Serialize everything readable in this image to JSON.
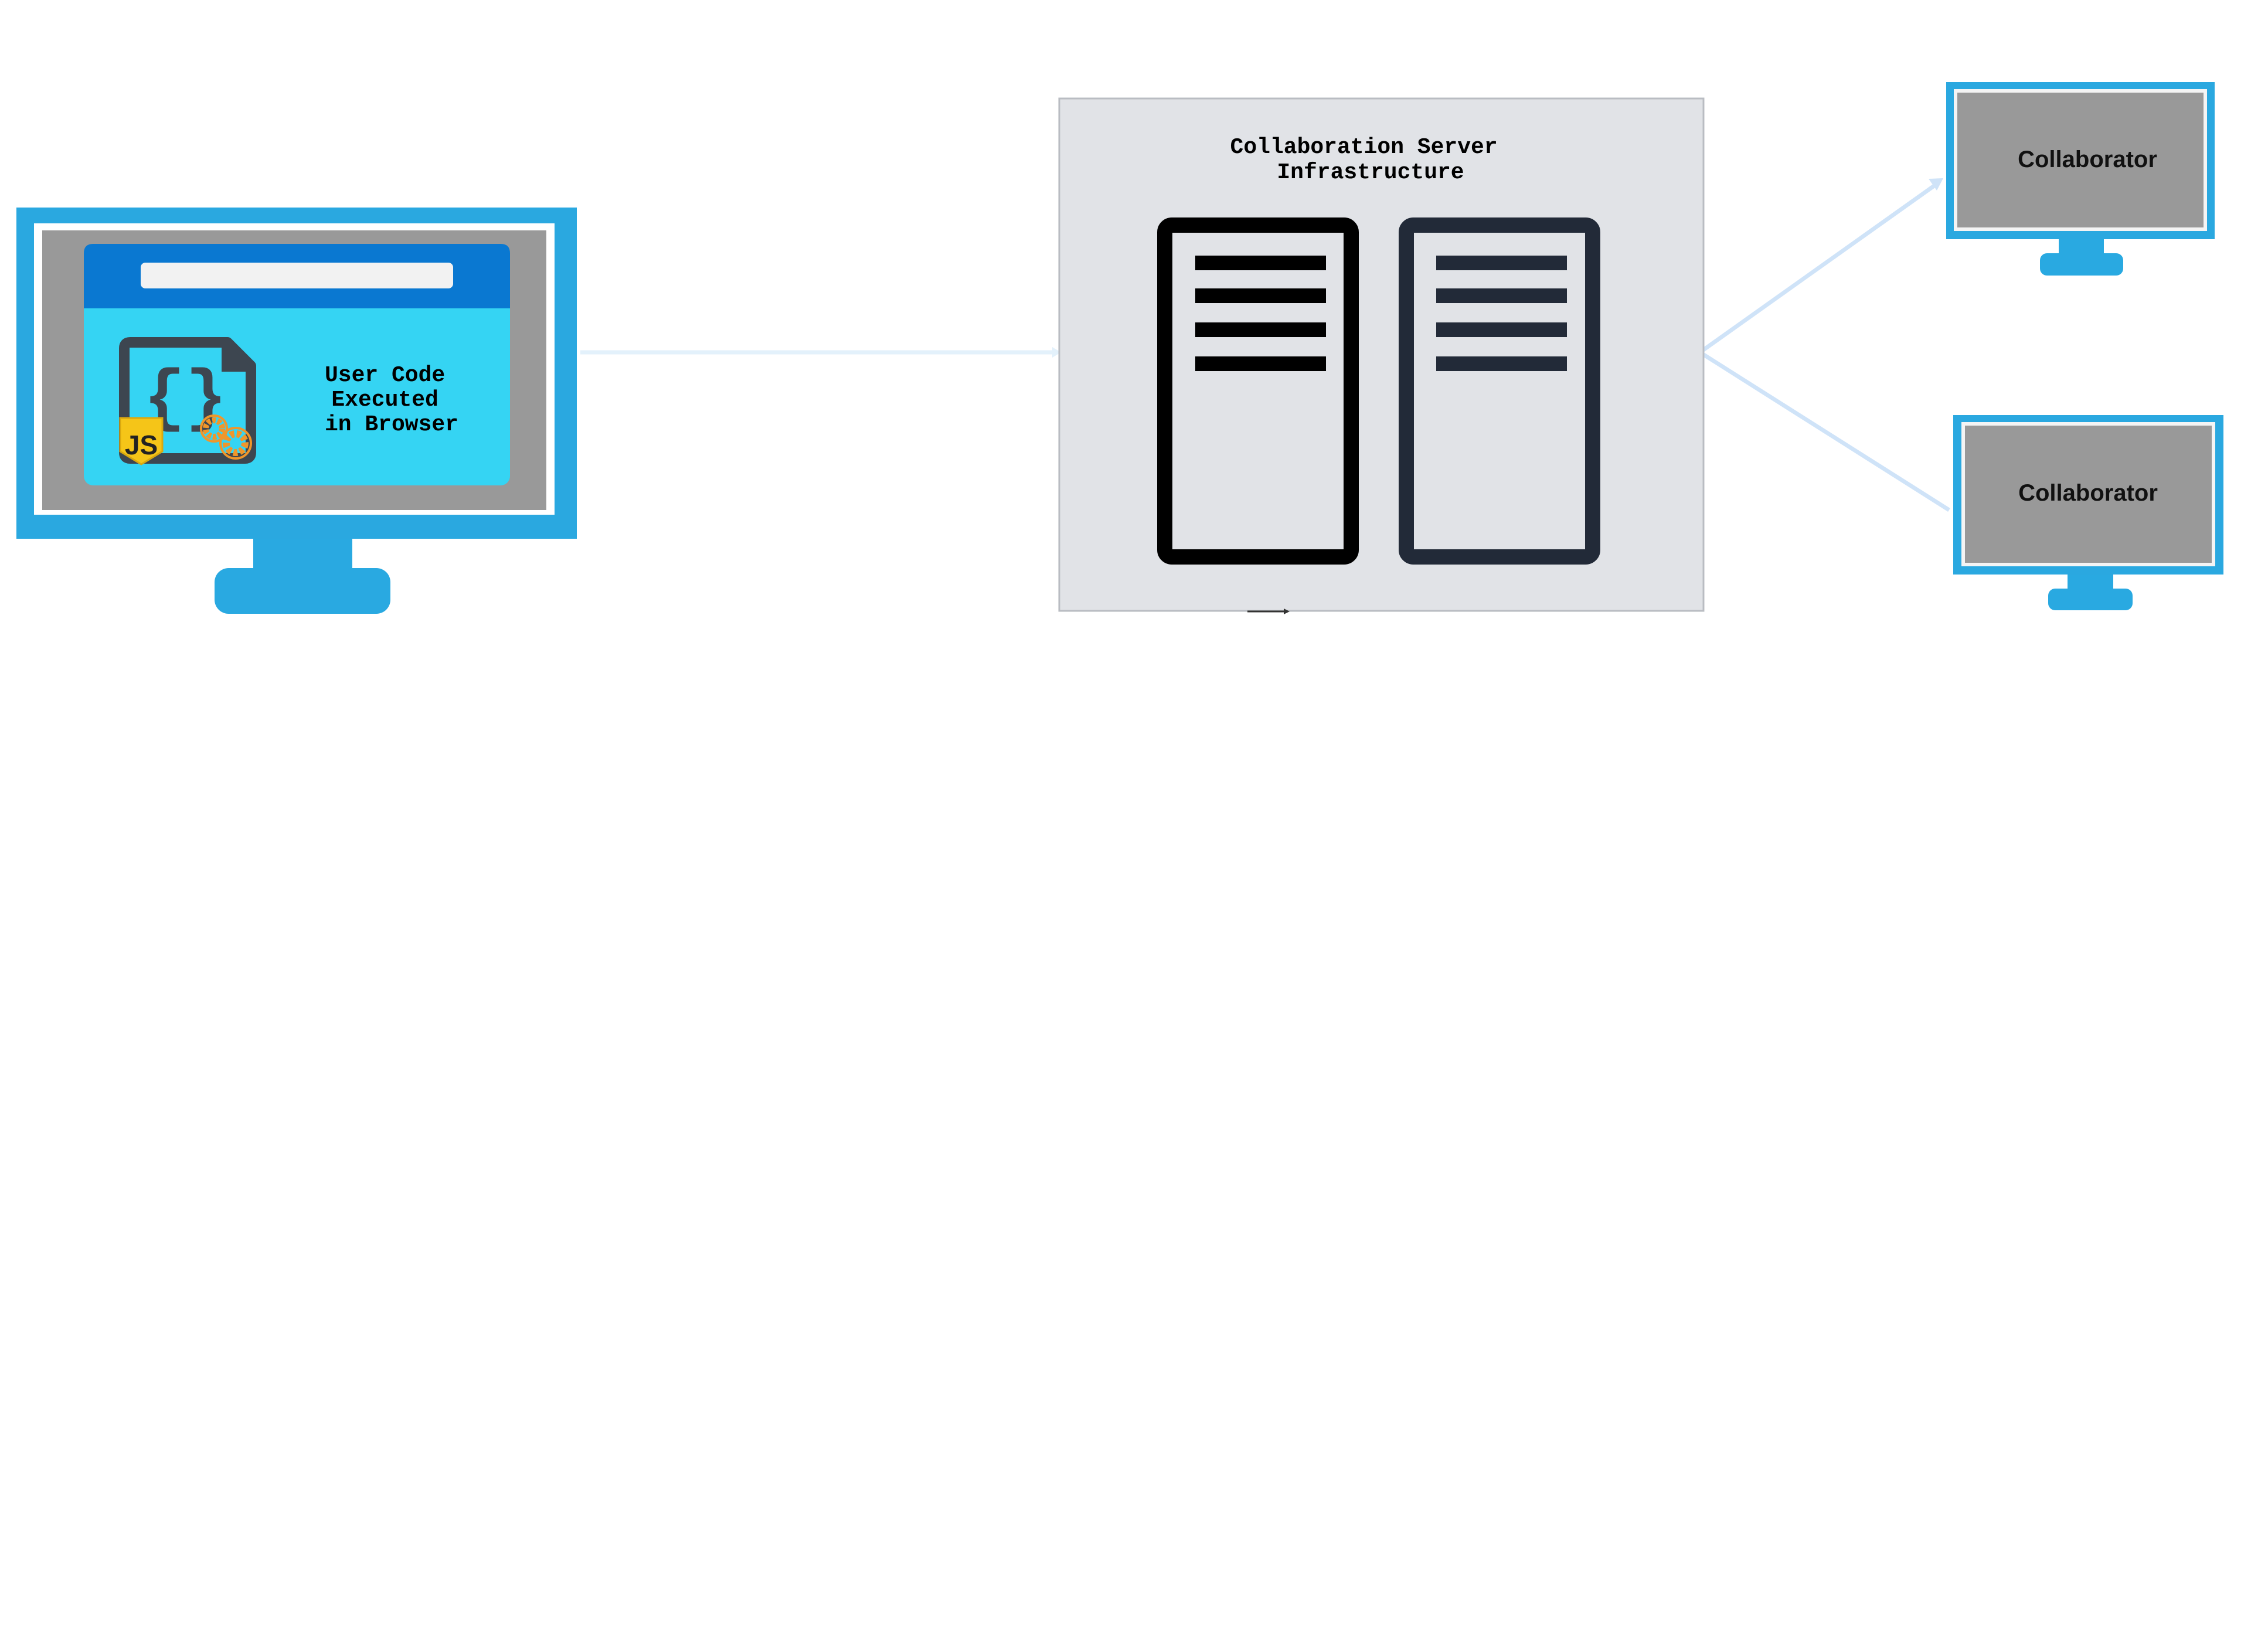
{
  "user_monitor": {
    "label_lines": [
      "User Code",
      "Executed",
      "in Browser"
    ],
    "badge": "JS"
  },
  "server": {
    "title_lines": [
      "Collaboration Server",
      "Infrastructure"
    ]
  },
  "collaborators": [
    {
      "label": "Collaborator"
    },
    {
      "label": "Collaborator"
    }
  ],
  "colors": {
    "monitor_frame": "#2aa8e0",
    "monitor_stand": "#29a9e1",
    "screen_gray": "#999999",
    "browser_header": "#0a78d1",
    "browser_body": "#35d4f3",
    "server_panel": "#e1e3e7",
    "server_black": "#000000",
    "server_navy": "#222a38",
    "js_badge": "#f5c518",
    "gear": "#f0962a",
    "connector_light": "#e3f1fb",
    "connector_blue": "#cfe3f8"
  },
  "icons": [
    "code-file-icon",
    "js-badge-icon",
    "gear-icon",
    "server-icon"
  ]
}
